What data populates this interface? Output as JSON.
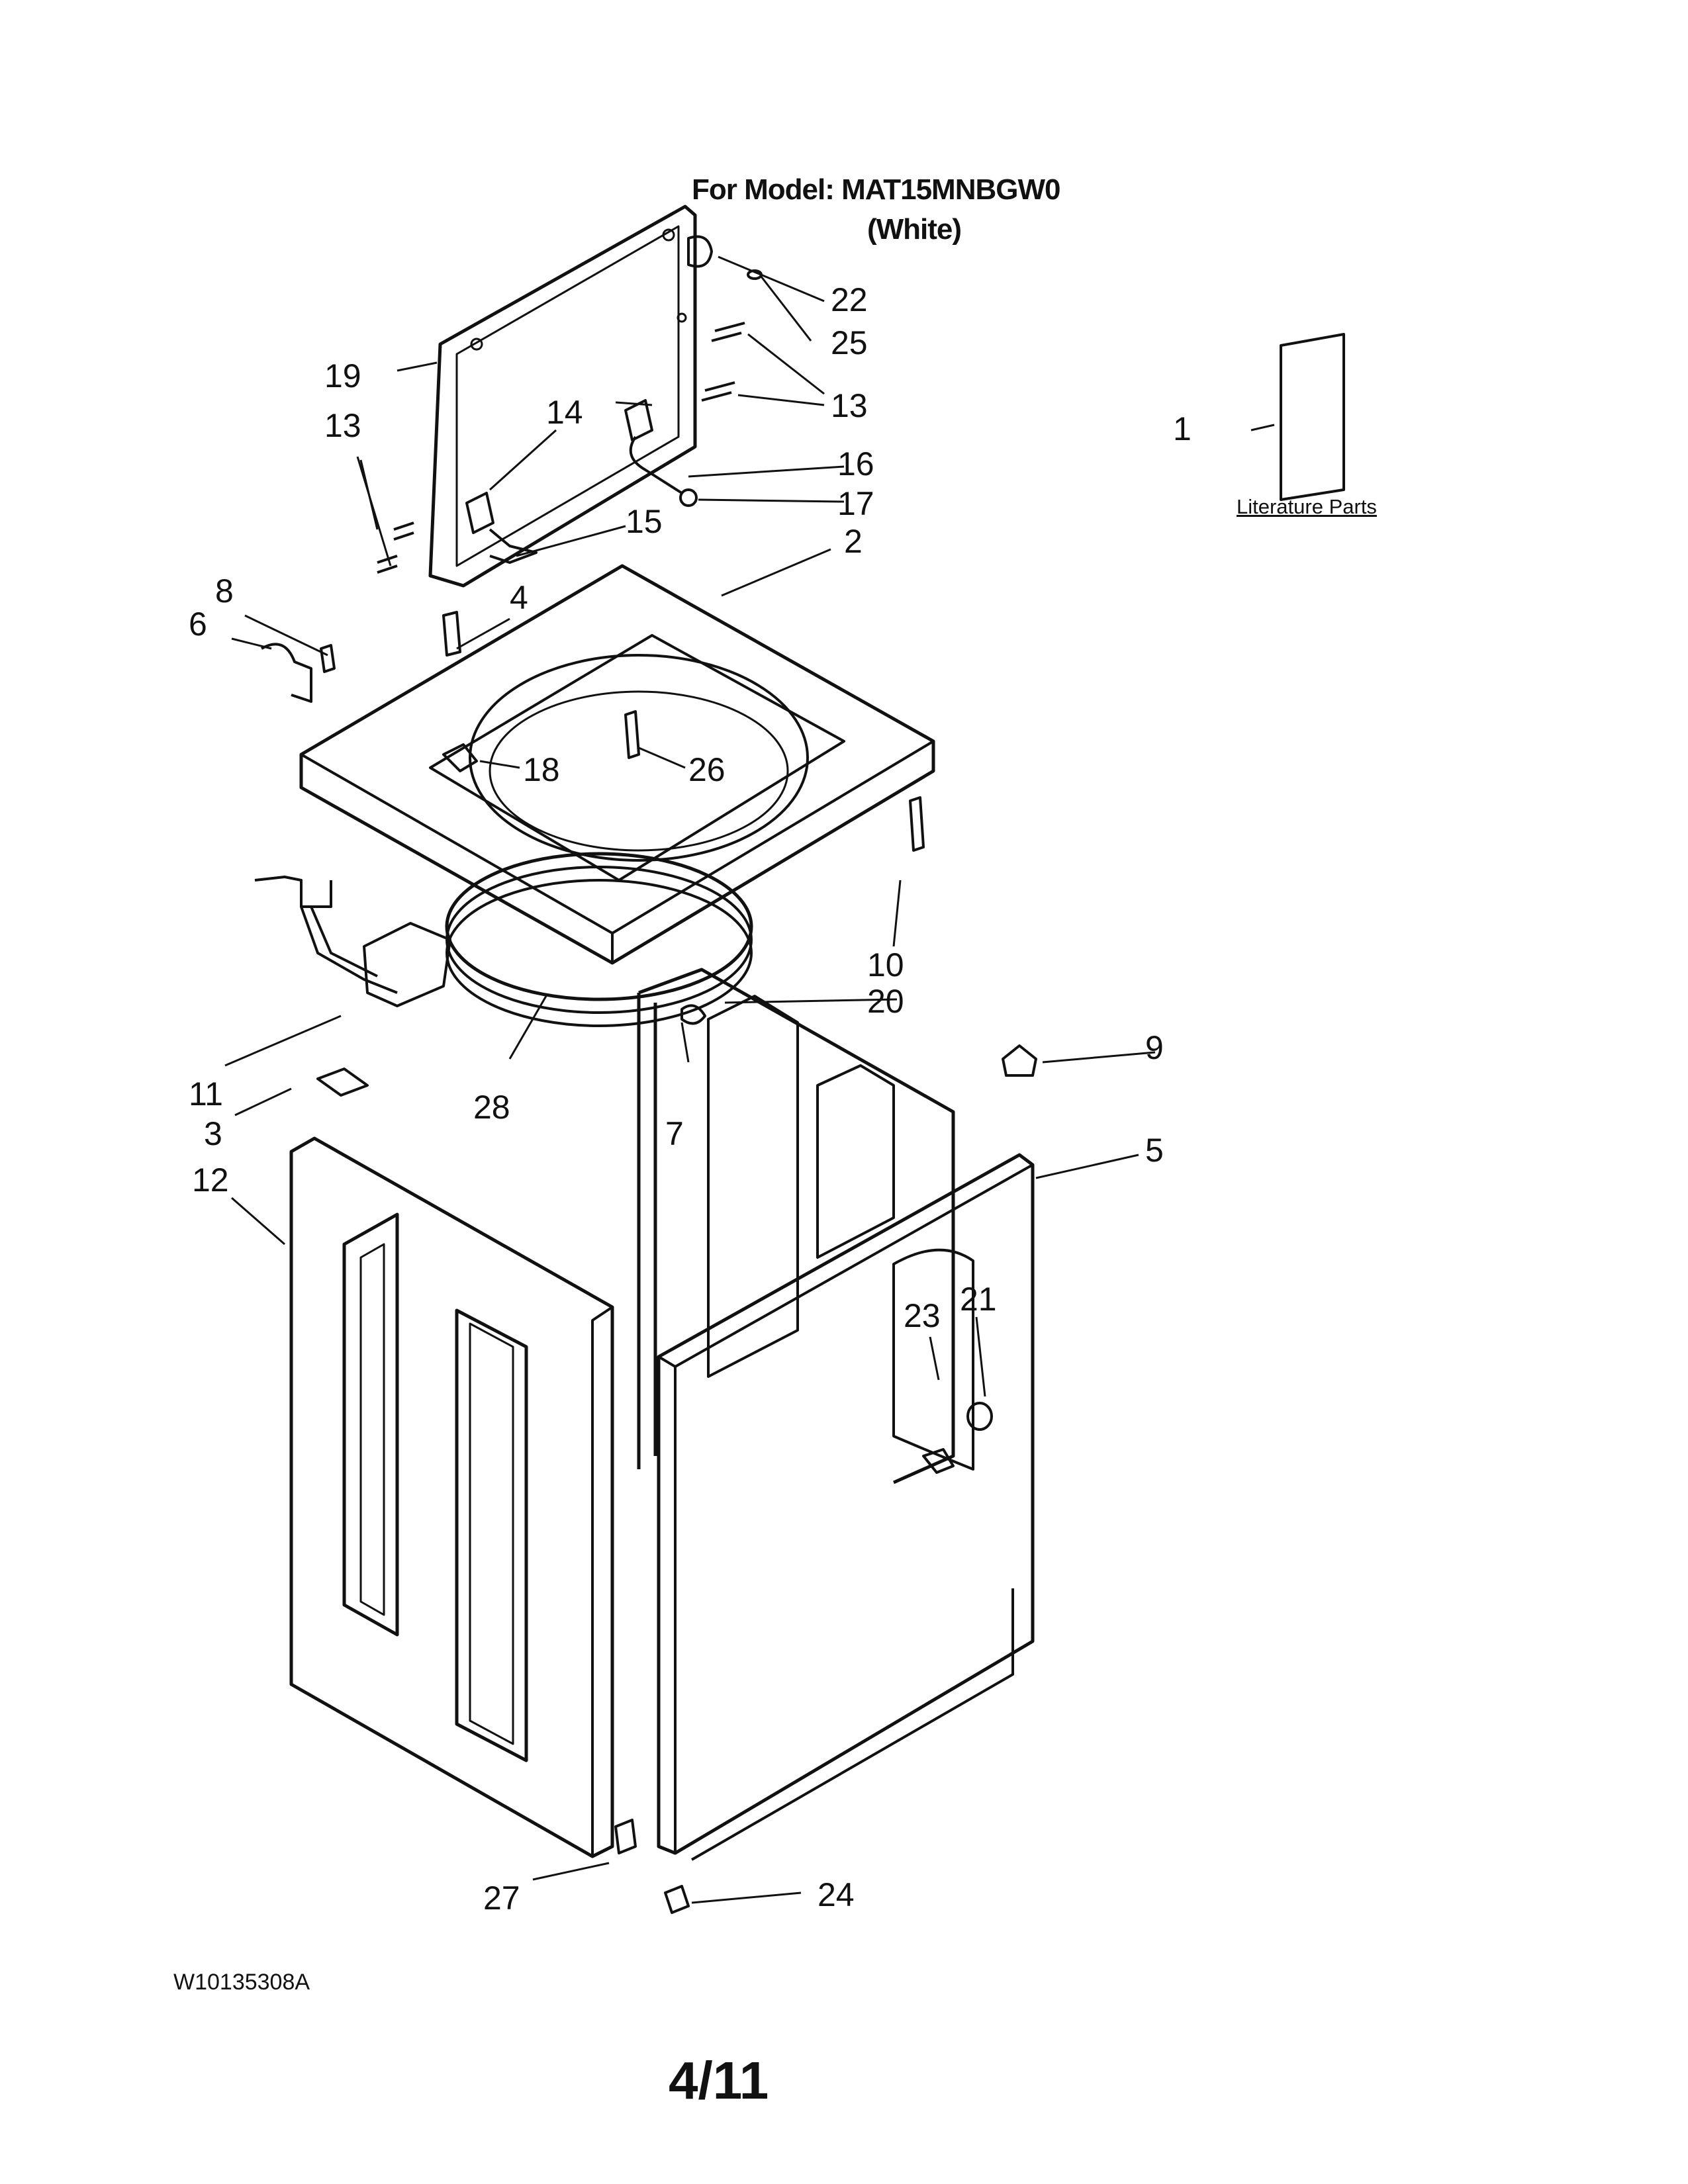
{
  "header": {
    "model_line": "For Model: MAT15MNBGW0",
    "color_line": "(White)"
  },
  "literature": {
    "label": "Literature Parts"
  },
  "footer": {
    "document_code": "W10135308A",
    "page": "4/11"
  },
  "callouts": [
    "1",
    "2",
    "3",
    "4",
    "5",
    "6",
    "7",
    "8",
    "9",
    "10",
    "11",
    "12",
    "13",
    "13",
    "14",
    "15",
    "16",
    "17",
    "18",
    "19",
    "20",
    "21",
    "22",
    "23",
    "24",
    "25",
    "26",
    "27",
    "28"
  ],
  "colors": {
    "ink": "#111111",
    "paper": "#ffffff"
  }
}
